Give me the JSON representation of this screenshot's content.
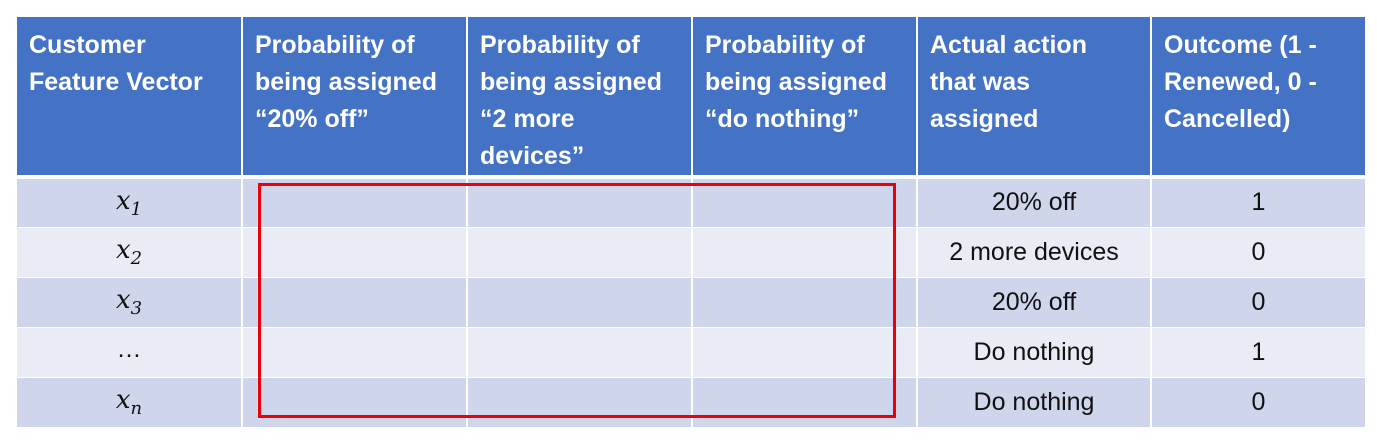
{
  "table": {
    "headers": [
      "Customer Feature Vector",
      "Probability of being assigned “20% off”",
      "Probability of being assigned “2 more devices”",
      "Probability of being assigned “do nothing”",
      "Actual action that was assigned",
      "Outcome (1 - Renewed, 0 - Cancelled)"
    ],
    "rows": [
      {
        "feature": "x",
        "sub": "1",
        "p_20off": "",
        "p_2devices": "",
        "p_nothing": "",
        "action": "20% off",
        "outcome": "1"
      },
      {
        "feature": "x",
        "sub": "2",
        "p_20off": "",
        "p_2devices": "",
        "p_nothing": "",
        "action": "2 more devices",
        "outcome": "0"
      },
      {
        "feature": "x",
        "sub": "3",
        "p_20off": "",
        "p_2devices": "",
        "p_nothing": "",
        "action": "20% off",
        "outcome": "0"
      },
      {
        "feature": "…",
        "sub": "",
        "p_20off": "",
        "p_2devices": "",
        "p_nothing": "",
        "action": "Do nothing",
        "outcome": "1"
      },
      {
        "feature": "x",
        "sub": "n",
        "p_20off": "",
        "p_2devices": "",
        "p_nothing": "",
        "action": "Do nothing",
        "outcome": "0"
      }
    ]
  },
  "colors": {
    "header_bg": "#4472c4",
    "row_odd": "#cfd5ea",
    "row_even": "#e9ebf5",
    "highlight_border": "#e8000b"
  }
}
